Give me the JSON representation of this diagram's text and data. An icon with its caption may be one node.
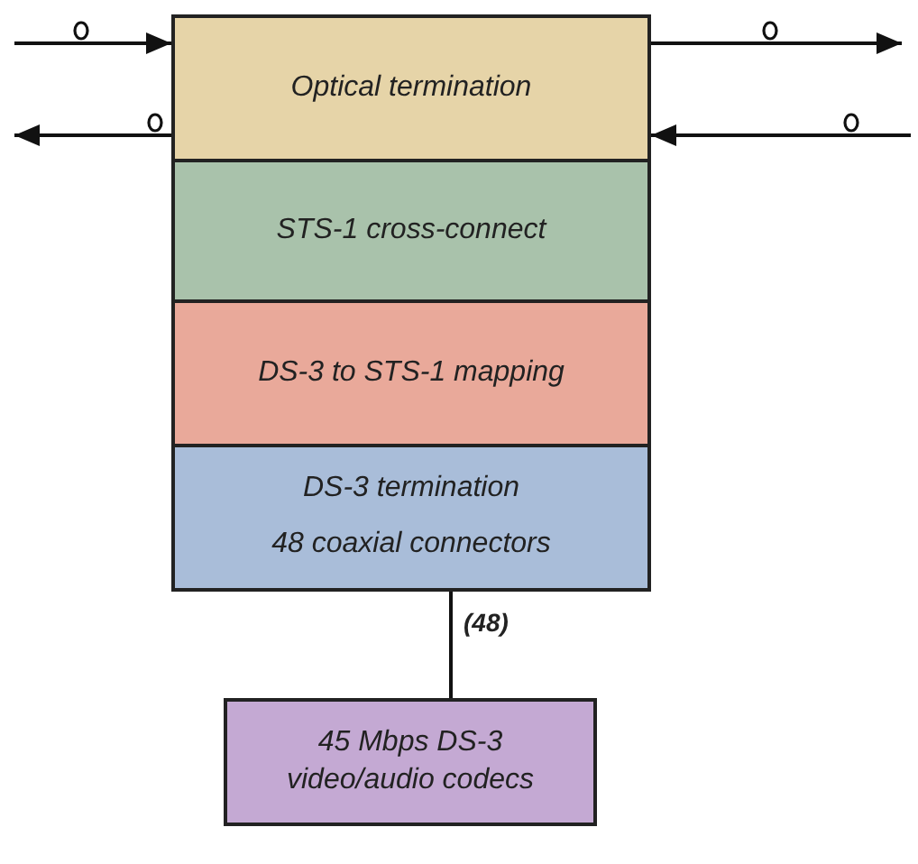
{
  "diagram": {
    "nodes": [
      {
        "text": [
          "Optical termination"
        ]
      },
      {
        "text": [
          "STS-1 cross-connect"
        ]
      },
      {
        "text": [
          "DS-3 to STS-1 mapping"
        ]
      },
      {
        "text": [
          "DS-3 termination",
          "48 coaxial connectors"
        ]
      },
      {
        "text": [
          "45 Mbps DS-3 video/audio codecs"
        ]
      }
    ],
    "edges": [
      {
        "from": null,
        "to": 0,
        "arrow": "to"
      },
      {
        "from": 0,
        "to": null,
        "arrow": "to"
      },
      {
        "from": 0,
        "to": null,
        "arrow": "to"
      },
      {
        "from": null,
        "to": 0,
        "arrow": "to"
      },
      {
        "from": 3,
        "to": 4,
        "arrow": "none",
        "label": "(48)"
      }
    ]
  }
}
